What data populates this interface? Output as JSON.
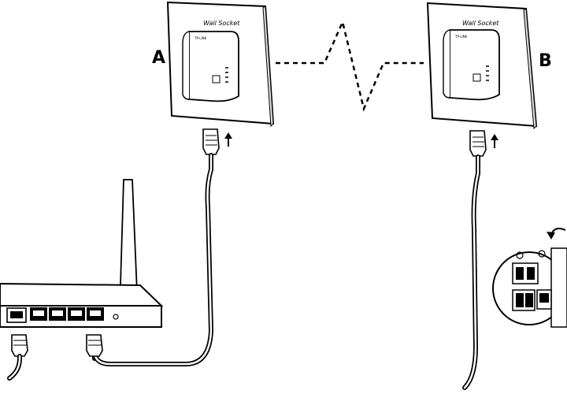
{
  "labels": {
    "adapter_a": "A",
    "adapter_b": "B",
    "wall_socket": "Wall Socket",
    "brand": "TP-LINK"
  },
  "colors": {
    "line": "#000000",
    "background": "#ffffff"
  }
}
